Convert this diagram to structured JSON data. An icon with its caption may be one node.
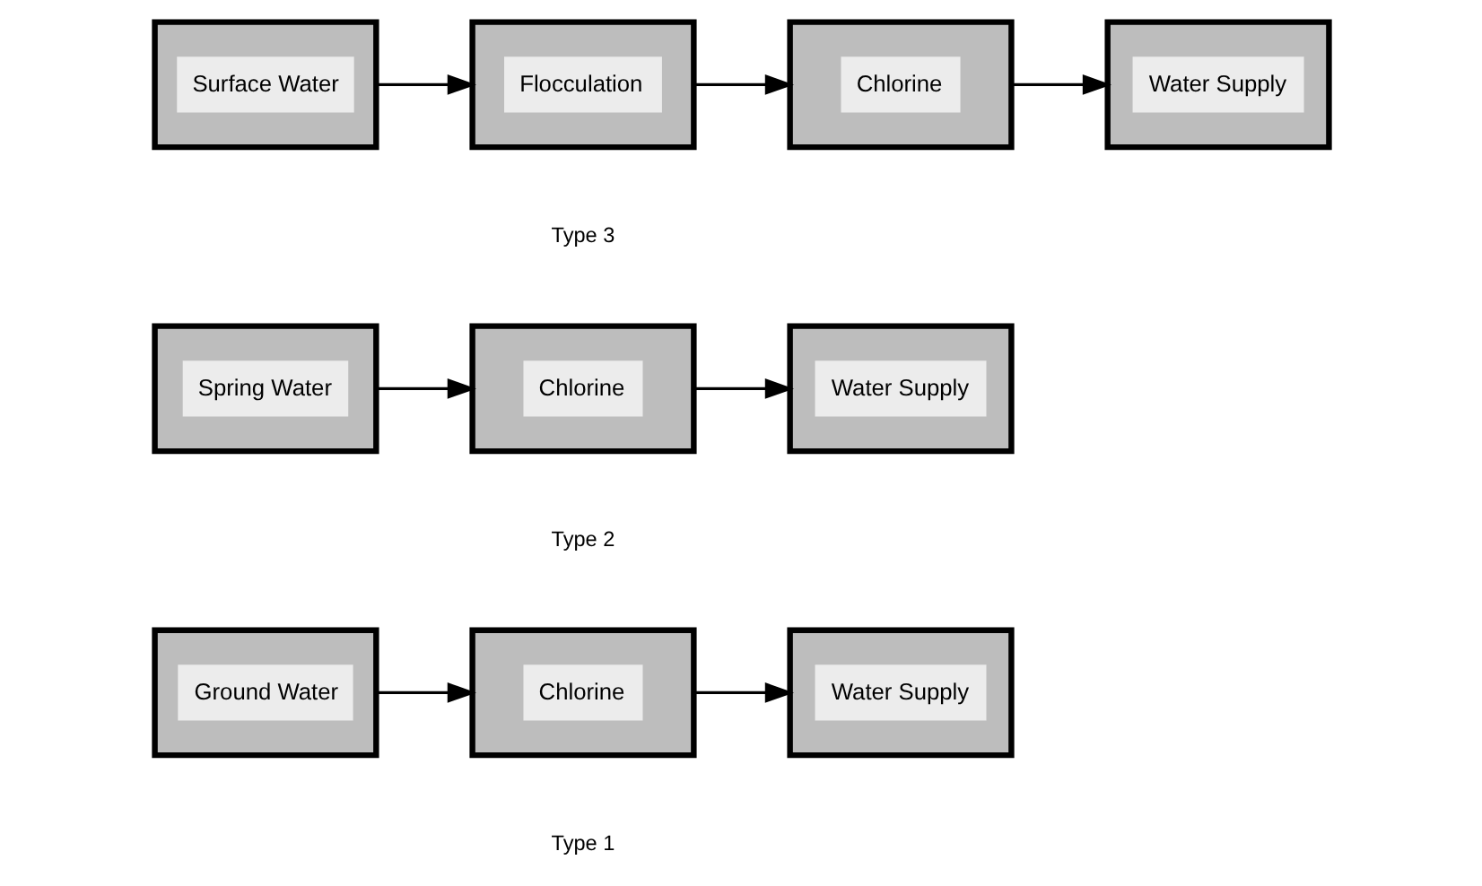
{
  "diagram": {
    "nodes": [
      {
        "text": [
          "Ground Water"
        ]
      },
      {
        "text": [
          "Chlorine"
        ]
      },
      {
        "text": [
          "Water Supply"
        ]
      },
      {
        "text": [
          "Spring Water"
        ]
      },
      {
        "text": [
          "Chlorine"
        ]
      },
      {
        "text": [
          "Water Supply"
        ]
      },
      {
        "text": [
          "Surface Water"
        ]
      },
      {
        "text": [
          "Flocculation"
        ]
      },
      {
        "text": [
          "Chlorine"
        ]
      },
      {
        "text": [
          "Water Supply"
        ]
      }
    ],
    "edges": [
      {
        "from": 0,
        "to": 1,
        "arrow": "to"
      },
      {
        "from": 1,
        "to": 2,
        "arrow": "to"
      },
      {
        "from": 3,
        "to": 4,
        "arrow": "to"
      },
      {
        "from": 4,
        "to": 5,
        "arrow": "to"
      },
      {
        "from": 6,
        "to": 7,
        "arrow": "to"
      },
      {
        "from": 7,
        "to": 8,
        "arrow": "to"
      },
      {
        "from": 8,
        "to": 9,
        "arrow": "to"
      }
    ],
    "labels": [
      "Type 1",
      "Type 2",
      "Type 3"
    ]
  }
}
